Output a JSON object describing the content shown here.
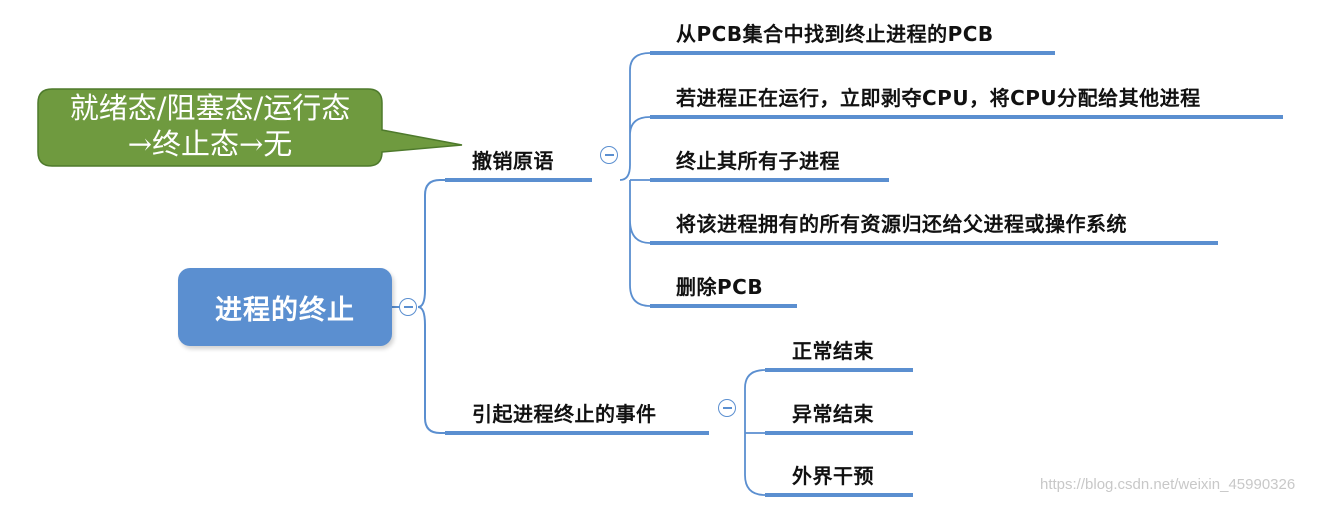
{
  "callout": {
    "line1": "就绪态/阻塞态/运行态",
    "line2": "→终止态→无"
  },
  "root": {
    "label": "进程的终止"
  },
  "branch1": {
    "label": "撤销原语",
    "children": [
      "从PCB集合中找到终止进程的PCB",
      "若进程正在运行，立即剥夺CPU，将CPU分配给其他进程",
      "终止其所有子进程",
      "将该进程拥有的所有资源归还给父进程或操作系统",
      "删除PCB"
    ]
  },
  "branch2": {
    "label": "引起进程终止的事件",
    "children": [
      "正常结束",
      "异常结束",
      "外界干预"
    ]
  },
  "watermark": "https://blog.csdn.net/weixin_45990326",
  "colors": {
    "line": "#5b8fd0",
    "root_fill": "#5b8fd0",
    "callout_fill": "#6f9a3f",
    "callout_border": "#4e7a2c"
  }
}
